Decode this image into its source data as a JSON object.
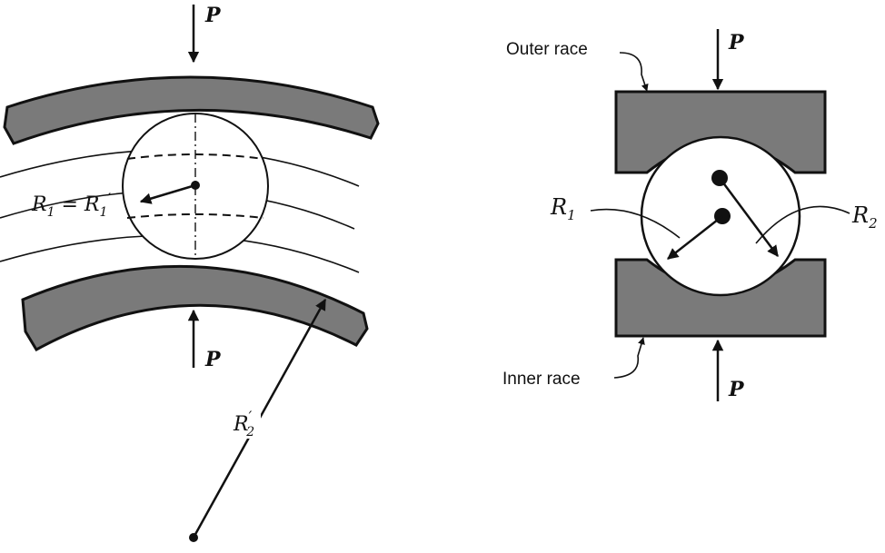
{
  "labels": {
    "load_p": "P",
    "r1_eq": "R",
    "r1_eq_sub": "1",
    "r1_eq_mid": " = R",
    "r1_eq_sub2": "1",
    "r1_eq_prime": "′",
    "r2_prime": "R",
    "r2_prime_sup": "′",
    "r2_prime_sub": "2",
    "r1": "R",
    "r1_sub": "1",
    "r2": "R",
    "r2_sub": "2",
    "outer_race": "Outer race",
    "inner_race": "Inner race"
  }
}
